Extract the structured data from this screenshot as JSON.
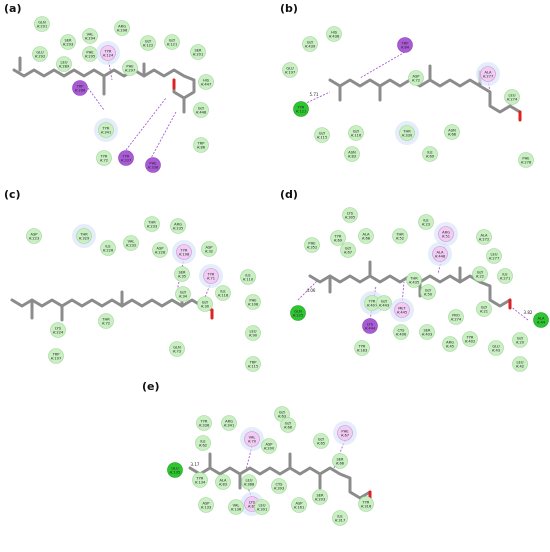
{
  "panels": [
    {
      "label": "(a)",
      "residues": [
        {
          "name": "GLN",
          "id": "A:291"
        },
        {
          "name": "VAL",
          "id": "A:294"
        },
        {
          "name": "ARG",
          "id": "A:296"
        },
        {
          "name": "SER",
          "id": "A:293"
        },
        {
          "name": "GLY",
          "id": "A:122"
        },
        {
          "name": "GLY",
          "id": "A:121"
        },
        {
          "name": "GLU",
          "id": "A:292"
        },
        {
          "name": "PHE",
          "id": "A:295"
        },
        {
          "name": "TYR",
          "id": "A:124"
        },
        {
          "name": "SER",
          "id": "A:201"
        },
        {
          "name": "LEU",
          "id": "A:289"
        },
        {
          "name": "PHE",
          "id": "A:297"
        },
        {
          "name": "HIS",
          "id": "A:447"
        },
        {
          "name": "TRP",
          "id": "A:286"
        },
        {
          "name": "GLY",
          "id": "A:448"
        },
        {
          "name": "TYR",
          "id": "A:341"
        },
        {
          "name": "TRP",
          "id": "A:86"
        },
        {
          "name": "TYR",
          "id": "A:72"
        },
        {
          "name": "TYR",
          "id": "A:337"
        },
        {
          "name": "PHE",
          "id": "A:338"
        }
      ]
    },
    {
      "label": "(b)",
      "residues": [
        {
          "name": "HIS",
          "id": "A:438"
        },
        {
          "name": "GLY",
          "id": "A:439"
        },
        {
          "name": "TRP",
          "id": "A:84"
        },
        {
          "name": "GLU",
          "id": "A:197"
        },
        {
          "name": "ASP",
          "id": "A:72"
        },
        {
          "name": "ALA",
          "id": "A:277"
        },
        {
          "name": "LEU",
          "id": "A:274"
        },
        {
          "name": "TYR",
          "id": "A:121"
        },
        {
          "name": "GLY",
          "id": "A:115"
        },
        {
          "name": "GLY",
          "id": "A:116"
        },
        {
          "name": "THR",
          "id": "A:330"
        },
        {
          "name": "ASN",
          "id": "A:68"
        },
        {
          "name": "ASN",
          "id": "A:83"
        },
        {
          "name": "ILE",
          "id": "A:69"
        },
        {
          "name": "PHE",
          "id": "A:278"
        }
      ],
      "distances": [
        "5.71"
      ]
    },
    {
      "label": "(c)",
      "residues": [
        {
          "name": "THR",
          "id": "A:233"
        },
        {
          "name": "ARG",
          "id": "A:235"
        },
        {
          "name": "VAL",
          "id": "A:232"
        },
        {
          "name": "ILE",
          "id": "A:226"
        },
        {
          "name": "TYR",
          "id": "A:198"
        },
        {
          "name": "ASP",
          "id": "A:32"
        },
        {
          "name": "ASP",
          "id": "A:223"
        },
        {
          "name": "THR",
          "id": "A:329"
        },
        {
          "name": "ASP",
          "id": "A:228"
        },
        {
          "name": "SER",
          "id": "A:35"
        },
        {
          "name": "TYR",
          "id": "A:71"
        },
        {
          "name": "ILE",
          "id": "A:110"
        },
        {
          "name": "GLY",
          "id": "A:34"
        },
        {
          "name": "ILE",
          "id": "A:118"
        },
        {
          "name": "GLY",
          "id": "A:30"
        },
        {
          "name": "PHE",
          "id": "A:108"
        },
        {
          "name": "LYS",
          "id": "A:224"
        },
        {
          "name": "THR",
          "id": "A:72"
        },
        {
          "name": "LEU",
          "id": "A:90"
        },
        {
          "name": "GLN",
          "id": "A:73"
        },
        {
          "name": "TRP",
          "id": "A:197"
        },
        {
          "name": "TRP",
          "id": "A:115"
        }
      ]
    },
    {
      "label": "(d)",
      "residues": [
        {
          "name": "LYS",
          "id": "A:305"
        },
        {
          "name": "ILE",
          "id": "A:23"
        },
        {
          "name": "TYR",
          "id": "A:69"
        },
        {
          "name": "ALA",
          "id": "A:68"
        },
        {
          "name": "THR",
          "id": "A:52"
        },
        {
          "name": "ARG",
          "id": "A:51"
        },
        {
          "name": "ALA",
          "id": "A:272"
        },
        {
          "name": "PHE",
          "id": "A:352"
        },
        {
          "name": "GLY",
          "id": "A:67"
        },
        {
          "name": "ALA",
          "id": "A:448"
        },
        {
          "name": "LEU",
          "id": "A:277"
        },
        {
          "name": "GLY",
          "id": "A:22"
        },
        {
          "name": "ILE",
          "id": "A:271"
        },
        {
          "name": "THR",
          "id": "A:435"
        },
        {
          "name": "TYR",
          "id": "A:407"
        },
        {
          "name": "GLY",
          "id": "A:443"
        },
        {
          "name": "MET",
          "id": "A:445"
        },
        {
          "name": "GLY",
          "id": "A:50"
        },
        {
          "name": "GLN",
          "id": "A:225"
        },
        {
          "name": "LYS",
          "id": "A:444"
        },
        {
          "name": "CYS",
          "id": "A:406"
        },
        {
          "name": "SER",
          "id": "A:403"
        },
        {
          "name": "PRO",
          "id": "A:274"
        },
        {
          "name": "GLY",
          "id": "A:21"
        },
        {
          "name": "ALA",
          "id": "A:44"
        },
        {
          "name": "TYR",
          "id": "A:183"
        },
        {
          "name": "ARG",
          "id": "A:45"
        },
        {
          "name": "TYR",
          "id": "A:402"
        },
        {
          "name": "GLU",
          "id": "A:43"
        },
        {
          "name": "GLY",
          "id": "A:20"
        },
        {
          "name": "LEU",
          "id": "A:42"
        }
      ],
      "distances": [
        "4.06",
        "3.82"
      ]
    },
    {
      "label": "(e)",
      "residues": [
        {
          "name": "GLY",
          "id": "A:63"
        },
        {
          "name": "TYR",
          "id": "A:336"
        },
        {
          "name": "ARG",
          "id": "A:341"
        },
        {
          "name": "GLY",
          "id": "A:68"
        },
        {
          "name": "PHE",
          "id": "A:67"
        },
        {
          "name": "VAL",
          "id": "A:70"
        },
        {
          "name": "ILE",
          "id": "A:62"
        },
        {
          "name": "ASP",
          "id": "A:200"
        },
        {
          "name": "GLY",
          "id": "A:65"
        },
        {
          "name": "SER",
          "id": "A:66"
        },
        {
          "name": "GLU",
          "id": "A:135"
        },
        {
          "name": "TYR",
          "id": "A:134"
        },
        {
          "name": "ALA",
          "id": "A:83"
        },
        {
          "name": "LEU",
          "id": "A:388"
        },
        {
          "name": "CYS",
          "id": "A:393"
        },
        {
          "name": "LYS",
          "id": "A:85"
        },
        {
          "name": "ASP",
          "id": "A:161"
        },
        {
          "name": "SER",
          "id": "A:203"
        },
        {
          "name": "TYR",
          "id": "A:316"
        },
        {
          "name": "ASP",
          "id": "A:133"
        },
        {
          "name": "VAL",
          "id": "A:136"
        },
        {
          "name": "LEU",
          "id": "A:391"
        },
        {
          "name": "ILE",
          "id": "A:317"
        }
      ],
      "distances": [
        "3.17"
      ]
    }
  ],
  "colors": {
    "vdw": "#c9efc3",
    "hbond": "#2ec531",
    "pi": "#a95bd6",
    "pi_light": "#f1cdf4",
    "halo": "#dbe6f8",
    "ligand": "#8c8c8c"
  }
}
